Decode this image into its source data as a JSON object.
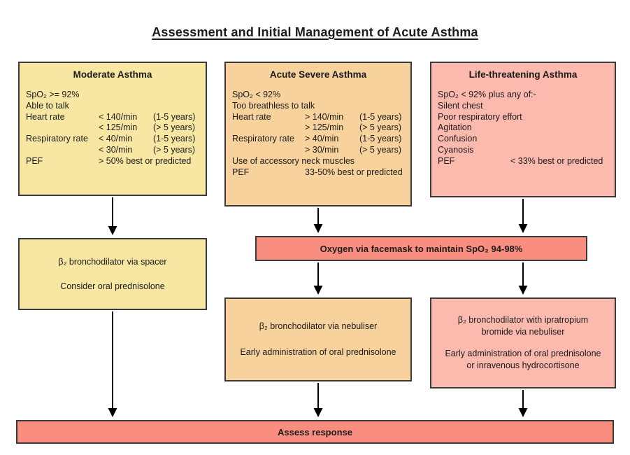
{
  "title": "Assessment and Initial Management of Acute Asthma",
  "colors": {
    "moderate_bg": "#f7e7a3",
    "severe_bg": "#f8d29c",
    "life_bg": "#fcb9ad",
    "bar_bg": "#f98d7f"
  },
  "boxes": {
    "moderate": {
      "title": "Moderate Asthma",
      "rows": [
        {
          "label": "SpO₂ >= 92%"
        },
        {
          "label": "Able to talk"
        },
        {
          "label": "Heart rate",
          "value": "< 140/min",
          "age": "(1-5 years)"
        },
        {
          "label": "",
          "value": "< 125/min",
          "age": "(> 5 years)"
        },
        {
          "label": "Respiratory rate",
          "value": "< 40/min",
          "age": "(1-5 years)"
        },
        {
          "label": "",
          "value": "< 30/min",
          "age": "(> 5 years)"
        },
        {
          "label": "PEF",
          "value": "> 50% best or predicted"
        }
      ]
    },
    "severe": {
      "title": "Acute Severe Asthma",
      "rows": [
        {
          "label": "SpO₂ < 92%"
        },
        {
          "label": "Too breathless to talk"
        },
        {
          "label": "Heart rate",
          "value": "> 140/min",
          "age": "(1-5 years)"
        },
        {
          "label": "",
          "value": "> 125/min",
          "age": "(> 5 years)"
        },
        {
          "label": "Respiratory rate",
          "value": "> 40/min",
          "age": "(1-5 years)"
        },
        {
          "label": "",
          "value": "> 30/min",
          "age": "(> 5 years)"
        },
        {
          "label": "Use of accessory neck muscles"
        },
        {
          "label": "PEF",
          "value": "33-50% best or predicted"
        }
      ]
    },
    "life": {
      "title": "Life-threatening Asthma",
      "rows": [
        {
          "label": "SpO₂ < 92% plus any of:-"
        },
        {
          "label": "Silent chest"
        },
        {
          "label": "Poor respiratory effort"
        },
        {
          "label": "Agitation"
        },
        {
          "label": "Confusion"
        },
        {
          "label": "Cyanosis"
        },
        {
          "label": "PEF",
          "value": "< 33% best or predicted"
        }
      ]
    },
    "spacer": {
      "lines": [
        "β₂ bronchodilator via spacer",
        "Consider oral prednisolone"
      ]
    },
    "nebuliser": {
      "lines": [
        "β₂ bronchodilator via nebuliser",
        "Early administration of oral prednisolone"
      ]
    },
    "ipratropium": {
      "lines": [
        "β₂ bronchodilator with ipratropium bromide via nebuliser",
        "Early administration of oral prednisolone or inravenous hydrocortisone"
      ]
    }
  },
  "bars": {
    "oxygen": "Oxygen via facemask to maintain SpO₂ 94-98%",
    "assess": "Assess response"
  }
}
